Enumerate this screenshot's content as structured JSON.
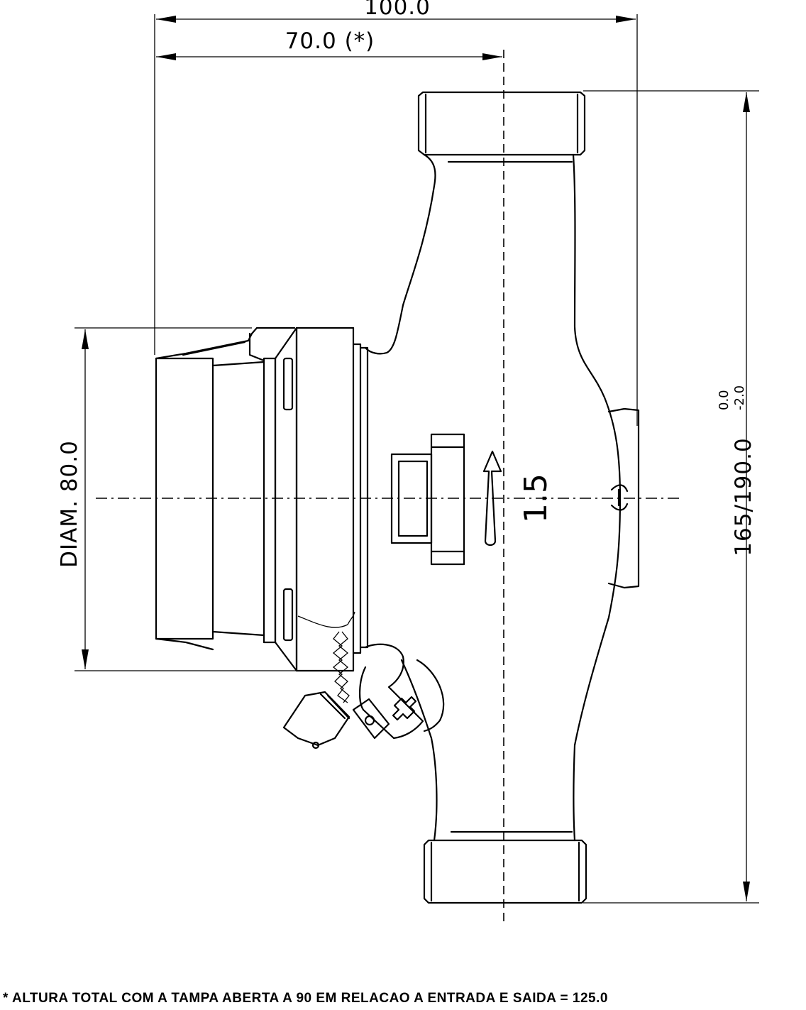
{
  "dimensions": {
    "overall_width": "100.0",
    "cover_width": "70.0 (*)",
    "diameter": "DIAM. 80.0",
    "length": "165/190.0",
    "length_tol_upper": "0.0",
    "length_tol_lower": "-2.0"
  },
  "body_marking": "1.5",
  "footnote": "* ALTURA TOTAL COM A TAMPA ABERTA A 90  EM RELACAO A ENTRADA E SAIDA = 125.0"
}
